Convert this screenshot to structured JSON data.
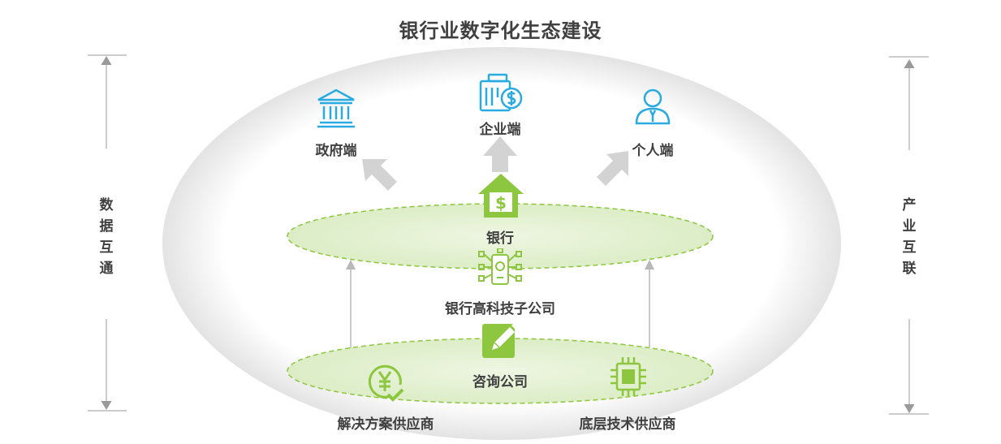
{
  "title": "银行业数字化生态建设",
  "left_label": "数据互通",
  "right_label": "产业互联",
  "nodes": {
    "government": "政府端",
    "enterprise": "企业端",
    "individual": "个人端",
    "bank": "银行",
    "bank_tech": "银行高科技子公司",
    "consulting": "咨询公司",
    "solution_vendor": "解决方案供应商",
    "tech_vendor": "底层技术供应商"
  },
  "colors": {
    "green": "#8dc63f",
    "blue": "#29abe2",
    "gray_arrow": "#d3d3d3",
    "text": "#404040"
  },
  "icons": {
    "government": "bank-building-icon",
    "enterprise": "enterprise-dollar-icon",
    "individual": "person-icon",
    "bank": "house-dollar-icon",
    "bank_tech": "circuit-phone-icon",
    "consulting": "pencil-note-icon",
    "solution_vendor": "yen-check-icon",
    "tech_vendor": "chip-icon"
  }
}
